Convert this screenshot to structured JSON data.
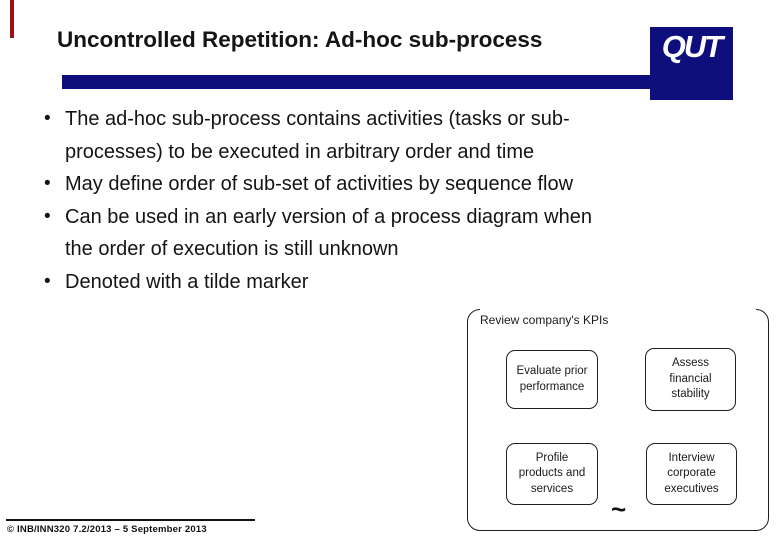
{
  "slide": {
    "title": "Uncontrolled Repetition: Ad-hoc sub-process",
    "logo": "QUT",
    "bullets": [
      "The ad-hoc sub-process contains activities (tasks or sub-\nprocesses) to be executed in arbitrary order and time",
      "May define order of sub-set of activities by sequence flow",
      "Can be used in an early version of a process diagram when\nthe order of execution is still unknown",
      "Denoted with a tilde marker"
    ],
    "footer": "© INB/INN320 7.2/2013 – 5 September 2013"
  },
  "diagram": {
    "label": "Review company's KPIs",
    "tasks": [
      "Evaluate prior\nperformance",
      "Assess\nfinancial\nstability",
      "Profile\nproducts and\nservices",
      "Interview\ncorporate\nexecutives"
    ],
    "adhoc_marker": "~"
  },
  "colors": {
    "navy": "#0e0e7c",
    "accent_red": "#9b1212",
    "text": "#141414",
    "line": "#1f1f1f"
  }
}
